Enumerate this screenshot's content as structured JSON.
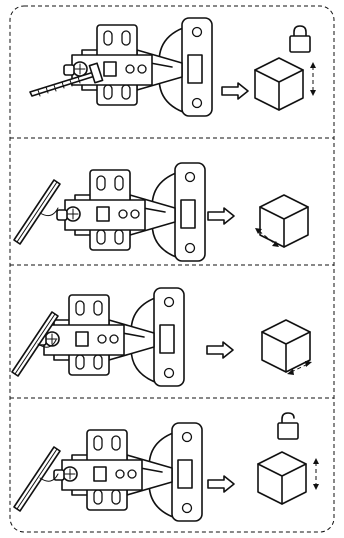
{
  "steps": [
    {
      "id": "step-1",
      "tool": "screw",
      "lock": "locked",
      "adjust": "vertical"
    },
    {
      "id": "step-2",
      "tool": "screwdriver",
      "lock": "none",
      "adjust": "depth"
    },
    {
      "id": "step-3",
      "tool": "screwdriver",
      "lock": "none",
      "adjust": "side"
    },
    {
      "id": "step-4",
      "tool": "screwdriver",
      "lock": "unlocked",
      "adjust": "vertical"
    }
  ],
  "colors": {
    "ink": "#111111",
    "background": "#ffffff"
  }
}
